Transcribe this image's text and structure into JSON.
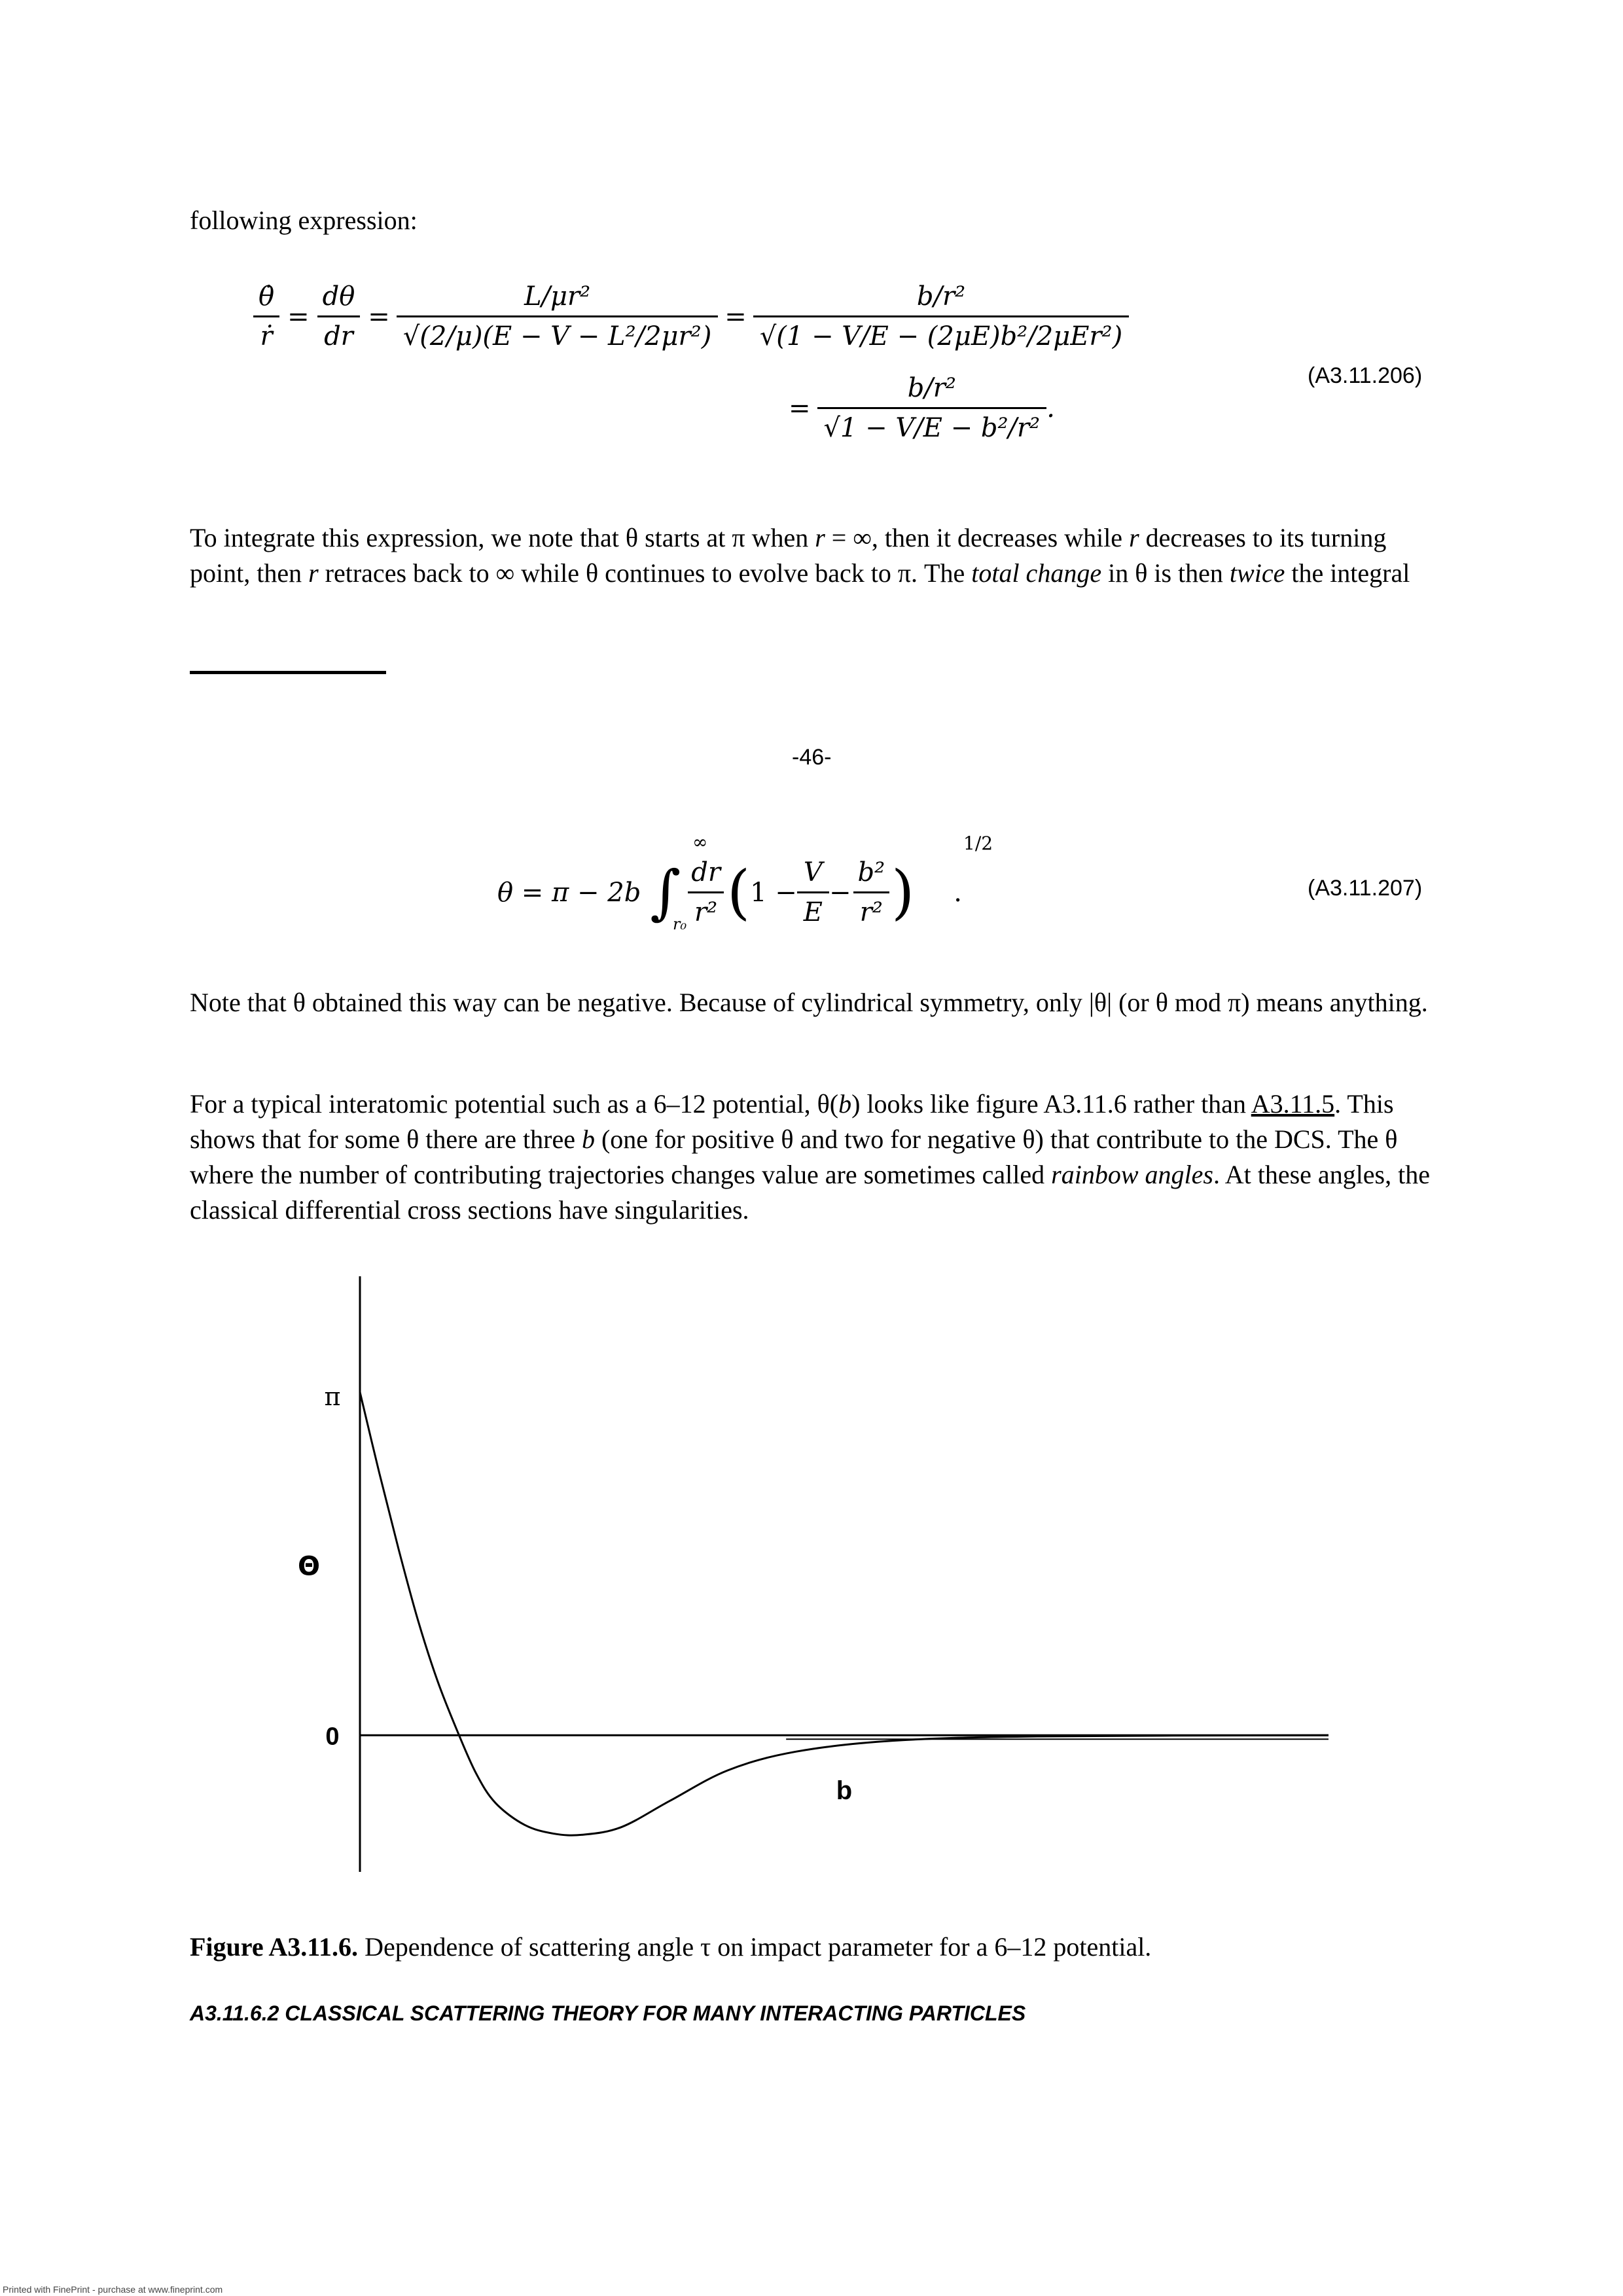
{
  "intro": "following expression:",
  "eq206": {
    "label": "(A3.11.206)",
    "lhs_num1": "θ̇",
    "lhs_den1": "ṙ",
    "lhs_num2": "dθ",
    "lhs_den2": "dr",
    "f1_num": "L/μr²",
    "f1_den": "√(2/μ)(E − V − L²/2μr²)",
    "f2_num": "b/r²",
    "f2_den": "√(1 − V/E − (2μE)b²/2μEr²)",
    "f3_num": "b/r²",
    "f3_den": "√1 − V/E − b²/r²"
  },
  "para1": {
    "t1": "To integrate this expression, we note that θ starts at π when ",
    "r1": "r",
    "t2": " = ∞, then it decreases while ",
    "r2": "r",
    "t3": " decreases to its turning point, then ",
    "r3": "r",
    "t4": " retraces back to ∞ while θ continues to evolve back to π. The ",
    "i1": "total change",
    "t5": " in θ is then ",
    "i2": "twice",
    "t6": " the integral"
  },
  "page_number": "-46-",
  "eq207": {
    "label": "(A3.11.207)",
    "lhs": "θ = π − 2b",
    "upper": "∞",
    "lower": "r₀",
    "dr_num": "dr",
    "dr_den": "r²",
    "one": "1 −",
    "v_num": "V",
    "v_den": "E",
    "minus": "−",
    "b_num": "b²",
    "b_den": "r²",
    "exp": "1/2",
    "dot": "."
  },
  "para2": "Note that θ obtained this way can be negative. Because of cylindrical symmetry, only |θ| (or θ mod π) means anything.",
  "para3": {
    "t1": "For a typical interatomic potential such as a 6–12 potential, θ(",
    "b1": "b",
    "t2": ") looks like figure A3.11.6 rather than ",
    "link": "A3.11.5",
    "t3": ". This shows that for some θ there are three ",
    "b2": "b",
    "t4": " (one for positive θ and two for negative θ) that contribute to the DCS. The θ where the number of contributing trajectories changes value are sometimes called ",
    "i1": "rainbow angles",
    "t5": ". At these angles, the classical differential cross sections have singularities."
  },
  "chart_data": {
    "type": "line",
    "title": "",
    "xlabel": "b",
    "ylabel": "Θ",
    "yticks": [
      "π",
      "0"
    ],
    "grid": false,
    "series": [
      {
        "x": [
          0.0,
          0.02,
          0.04,
          0.06,
          0.08,
          0.1,
          0.12,
          0.14,
          0.17,
          0.2,
          0.23,
          0.27,
          0.32,
          0.38,
          0.45,
          0.55,
          0.7,
          1.0
        ],
        "y": [
          3.14,
          2.4,
          1.7,
          1.05,
          0.5,
          0.05,
          -0.35,
          -0.62,
          -0.82,
          -0.9,
          -0.91,
          -0.84,
          -0.6,
          -0.32,
          -0.15,
          -0.05,
          -0.01,
          0.0
        ]
      }
    ],
    "xlim": [
      0,
      1
    ],
    "ylim": [
      -1.25,
      4.2
    ]
  },
  "caption": {
    "label": "Figure A3.11.6.",
    "text": " Dependence of scattering angle τ on impact parameter for a 6–12 potential."
  },
  "section_heading": "A3.11.6.2 CLASSICAL SCATTERING THEORY FOR MANY INTERACTING PARTICLES",
  "footer": "Printed with FinePrint - purchase at www.fineprint.com"
}
